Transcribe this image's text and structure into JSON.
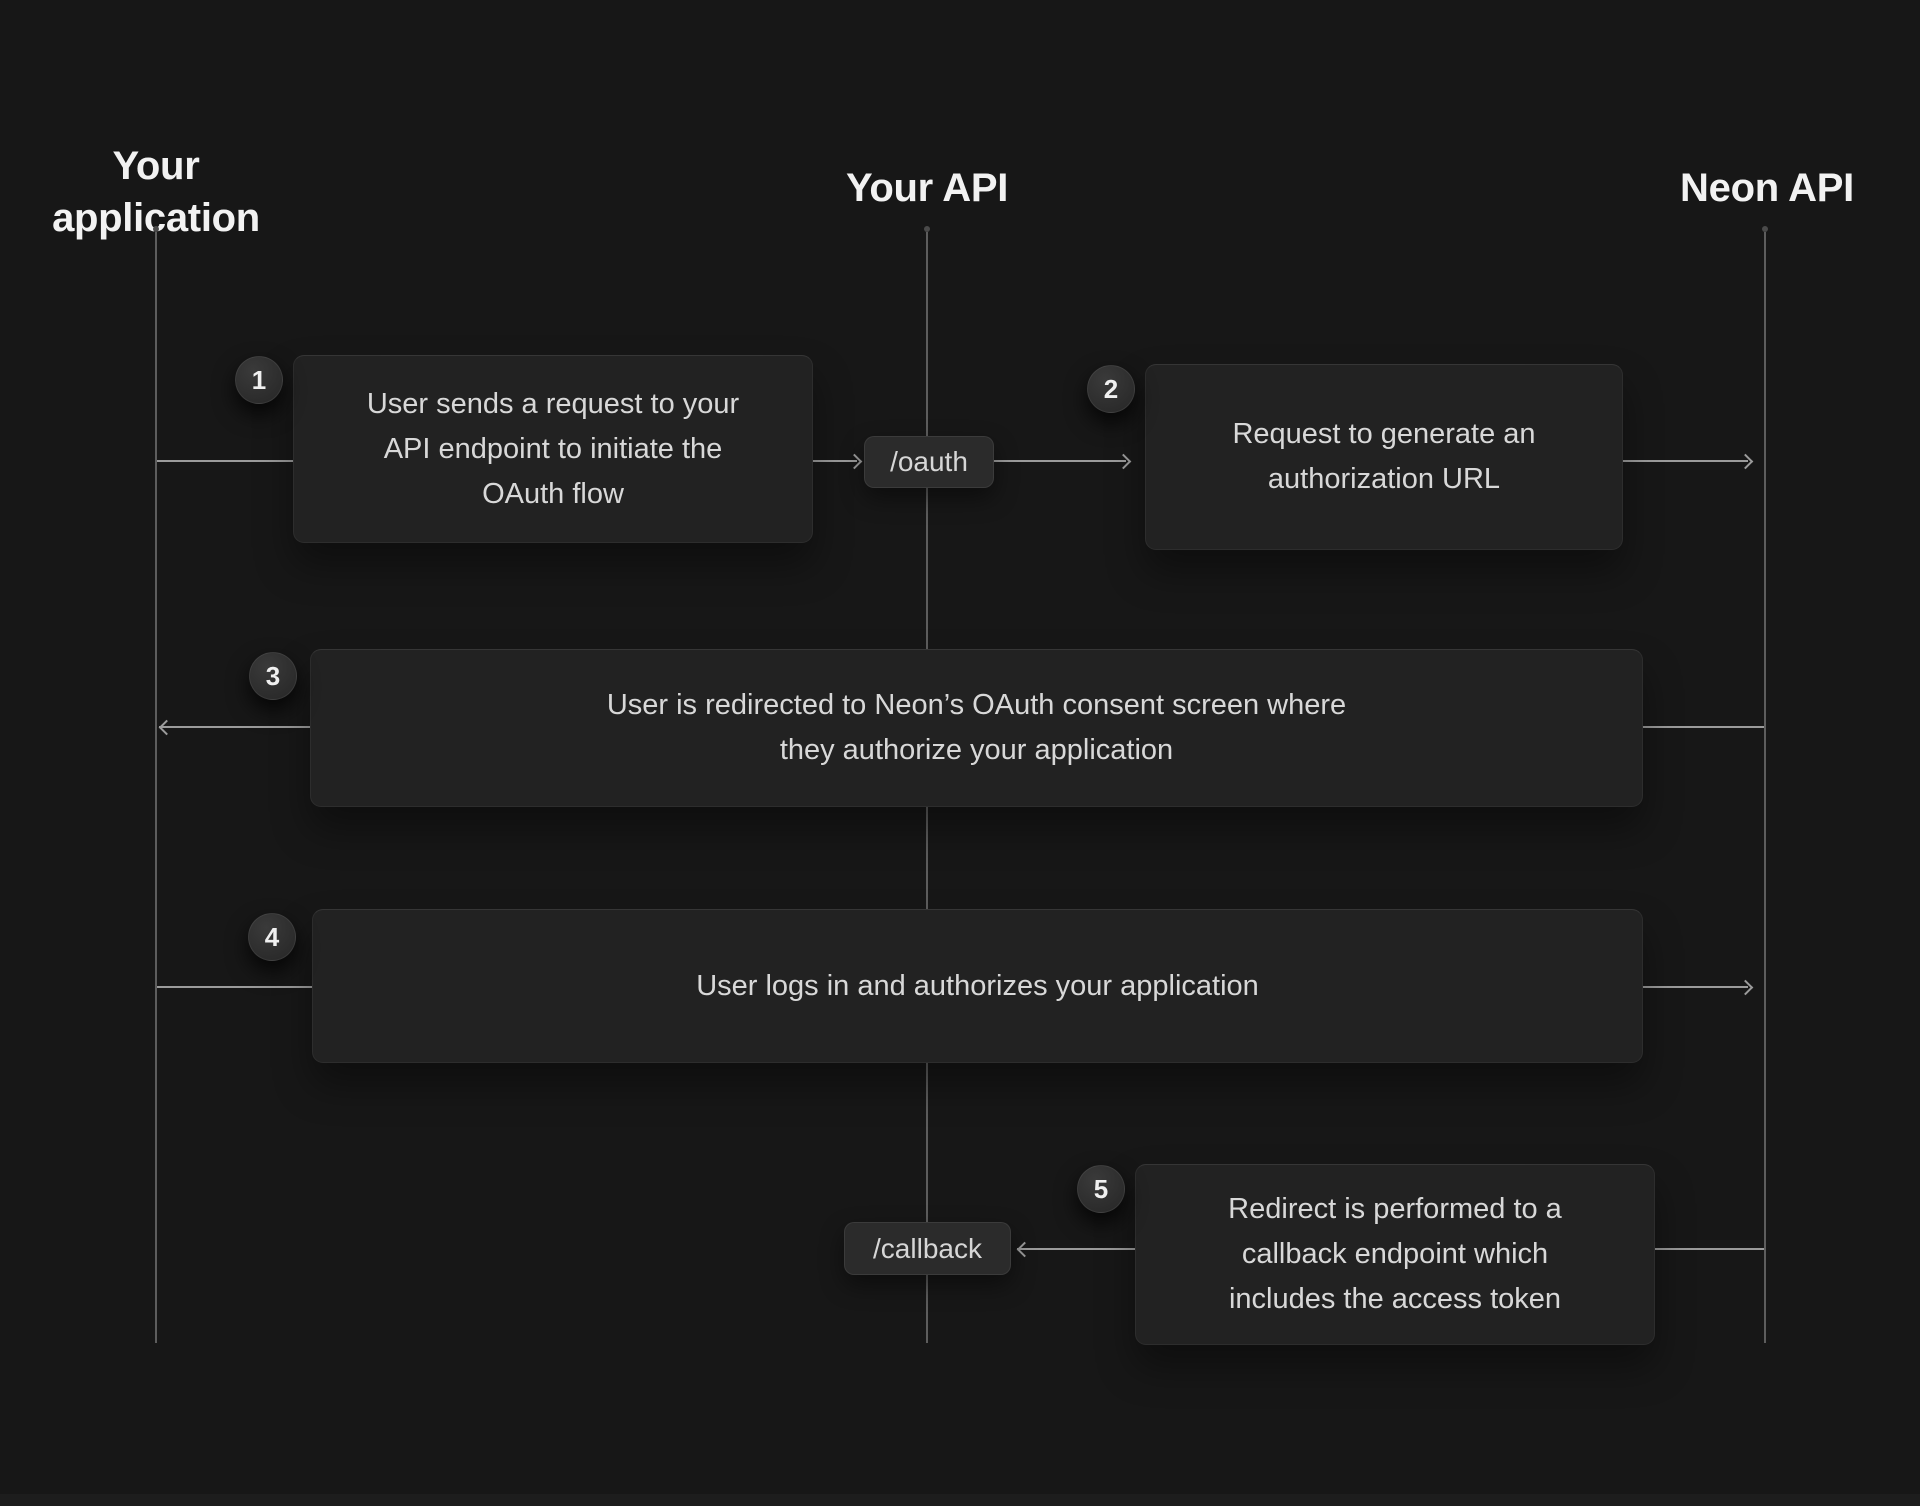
{
  "colors": {
    "background": "#171717",
    "note_fill": "#222222",
    "endpoint_fill": "#2b2b2b",
    "arrow_line": "#9b9b9b",
    "lane_line": "#5d5d5d",
    "heading_text": "#f2f2f2",
    "note_text": "#d8d8d8"
  },
  "lanes": [
    {
      "label": "Your application"
    },
    {
      "label": "Your API"
    },
    {
      "label": "Neon API"
    }
  ],
  "endpoints": [
    {
      "label": "/oauth"
    },
    {
      "label": "/callback"
    }
  ],
  "steps": [
    {
      "number": "1",
      "lines": [
        "User sends a request to your",
        "API endpoint to initiate the",
        "OAuth flow"
      ]
    },
    {
      "number": "2",
      "lines": [
        "Request to generate an",
        "authorization URL"
      ]
    },
    {
      "number": "3",
      "lines": [
        "User is redirected to Neon’s OAuth consent screen where",
        "they authorize your application"
      ]
    },
    {
      "number": "4",
      "lines": [
        "User logs in and authorizes your application"
      ]
    },
    {
      "number": "5",
      "lines": [
        "Redirect is performed to a",
        "callback endpoint which",
        "includes the access token"
      ]
    }
  ]
}
